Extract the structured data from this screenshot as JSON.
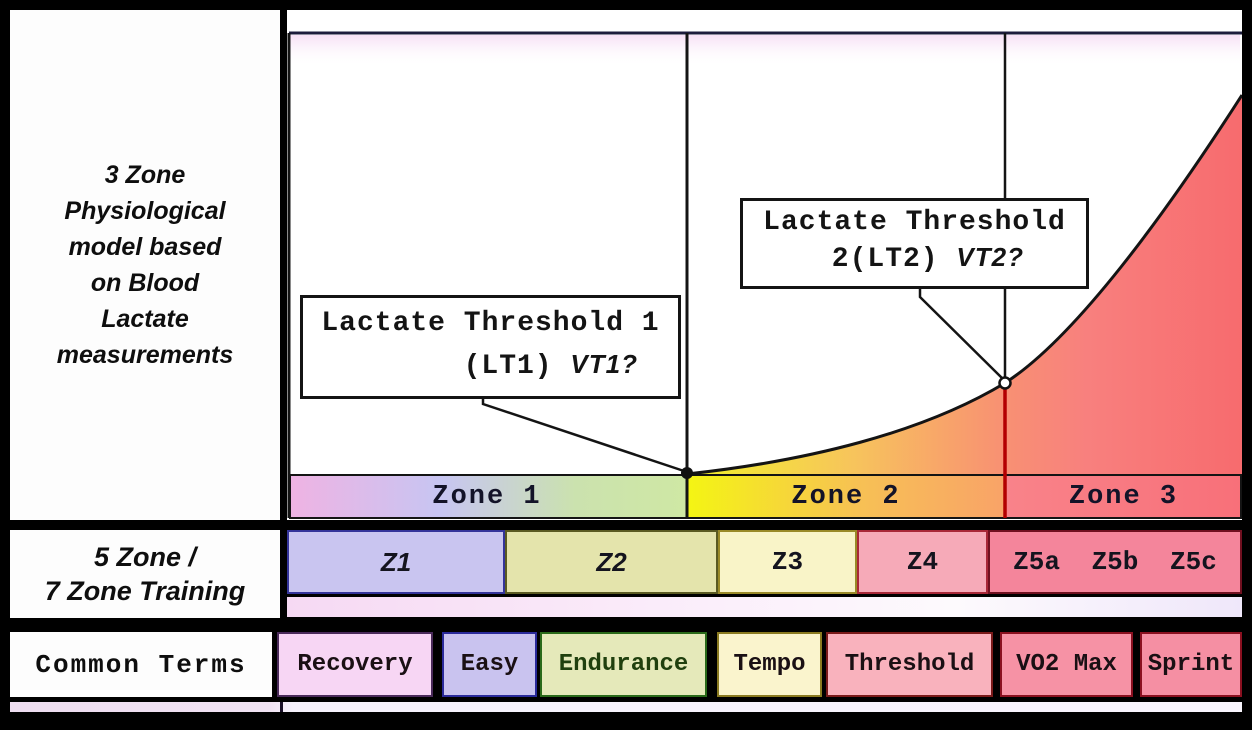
{
  "left_panel": {
    "model_label": "3 Zone\nPhysiological\nmodel based\non Blood\nLactate\nmeasurements",
    "training_label": "5 Zone /\n7 Zone Training",
    "terms_label": "Common Terms"
  },
  "chart": {
    "callouts": [
      {
        "line1": "Lactate Threshold 1",
        "line2_prefix": "(LT1)",
        "line2_suffix": "VT1?"
      },
      {
        "line1": "Lactate Threshold",
        "line2_prefix": "2(LT2)",
        "line2_suffix": "VT2?"
      }
    ],
    "zone_bands": [
      {
        "label": "Zone 1"
      },
      {
        "label": "Zone 2"
      },
      {
        "label": "Zone 3"
      }
    ],
    "markers": [
      {
        "name": "LT1 breakpoint",
        "style": "filled-dot"
      },
      {
        "name": "LT2 breakpoint",
        "style": "open-circle"
      }
    ]
  },
  "training_zones": [
    {
      "label": "Z1"
    },
    {
      "label": "Z2"
    },
    {
      "label": "Z3"
    },
    {
      "label": "Z4"
    },
    {
      "label": "Z5a Z5b Z5c"
    }
  ],
  "common_terms": [
    {
      "label": "Recovery"
    },
    {
      "label": "Easy"
    },
    {
      "label": "Endurance"
    },
    {
      "label": "Tempo"
    },
    {
      "label": "Threshold"
    },
    {
      "label": "VO2 Max"
    },
    {
      "label": "Sprint"
    }
  ],
  "colors": {
    "zone1_band": [
      "#efb3e3",
      "#c7c5f2",
      "#cfe8a4"
    ],
    "zone2_band": [
      "#f4f513",
      "#f9a368"
    ],
    "zone3_band": [
      "#f9838a",
      "#f87079"
    ],
    "lt2_divider_red": "#b30000",
    "curve_fill": [
      "#f2f129",
      "#f7c45c",
      "#f89272",
      "#f76b6e"
    ],
    "z_cells": [
      "#c9c5f0",
      "#e4e4ac",
      "#f9f4c8",
      "#f6aab8",
      "#f4859b"
    ],
    "term_cells": [
      "#f7d6f4",
      "#c9c3ef",
      "#e5e9ba",
      "#faf4cd",
      "#f9b2bd",
      "#f692a5",
      "#f58fa3"
    ]
  }
}
